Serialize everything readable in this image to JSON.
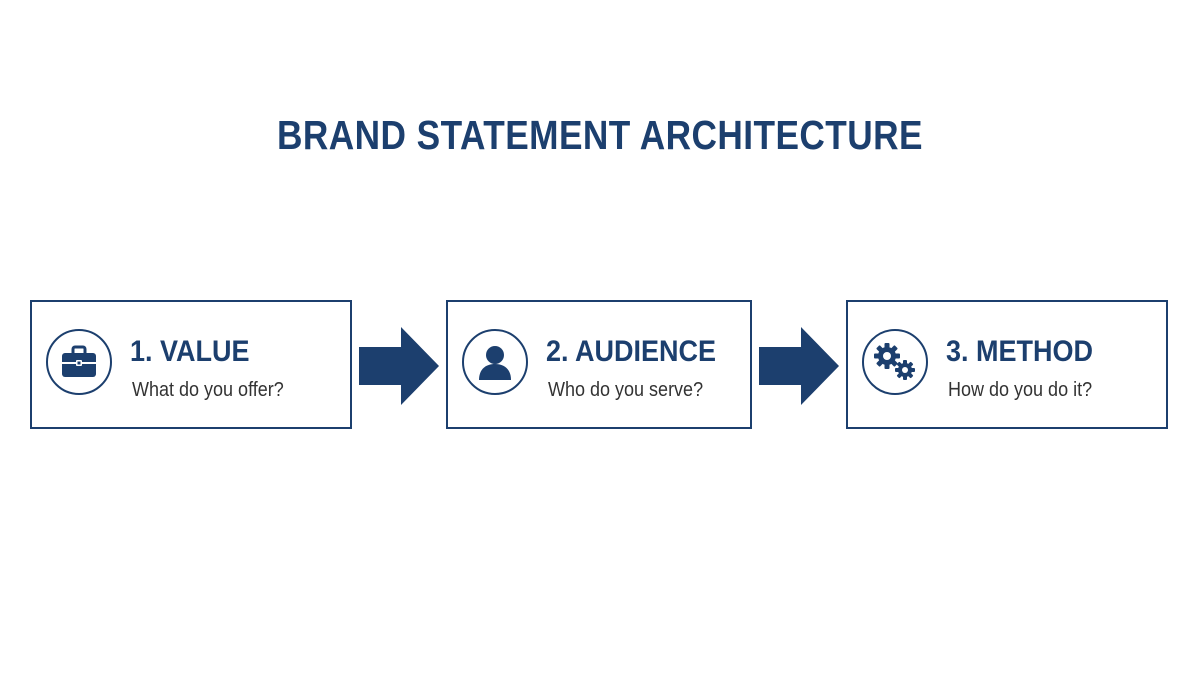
{
  "title": "BRAND STATEMENT ARCHITECTURE",
  "colors": {
    "primary": "#1c3f6e",
    "text_secondary": "#333333",
    "background": "#ffffff"
  },
  "steps": [
    {
      "heading": "1. VALUE",
      "question": "What do you offer?",
      "icon": "briefcase-icon"
    },
    {
      "heading": "2. AUDIENCE",
      "question": "Who do you serve?",
      "icon": "person-icon"
    },
    {
      "heading": "3. METHOD",
      "question": "How do you do it?",
      "icon": "gears-icon"
    }
  ],
  "connectors": [
    {
      "from": "1. VALUE",
      "to": "2. AUDIENCE",
      "icon": "arrow-right-icon"
    },
    {
      "from": "2. AUDIENCE",
      "to": "3. METHOD",
      "icon": "arrow-right-icon"
    }
  ]
}
